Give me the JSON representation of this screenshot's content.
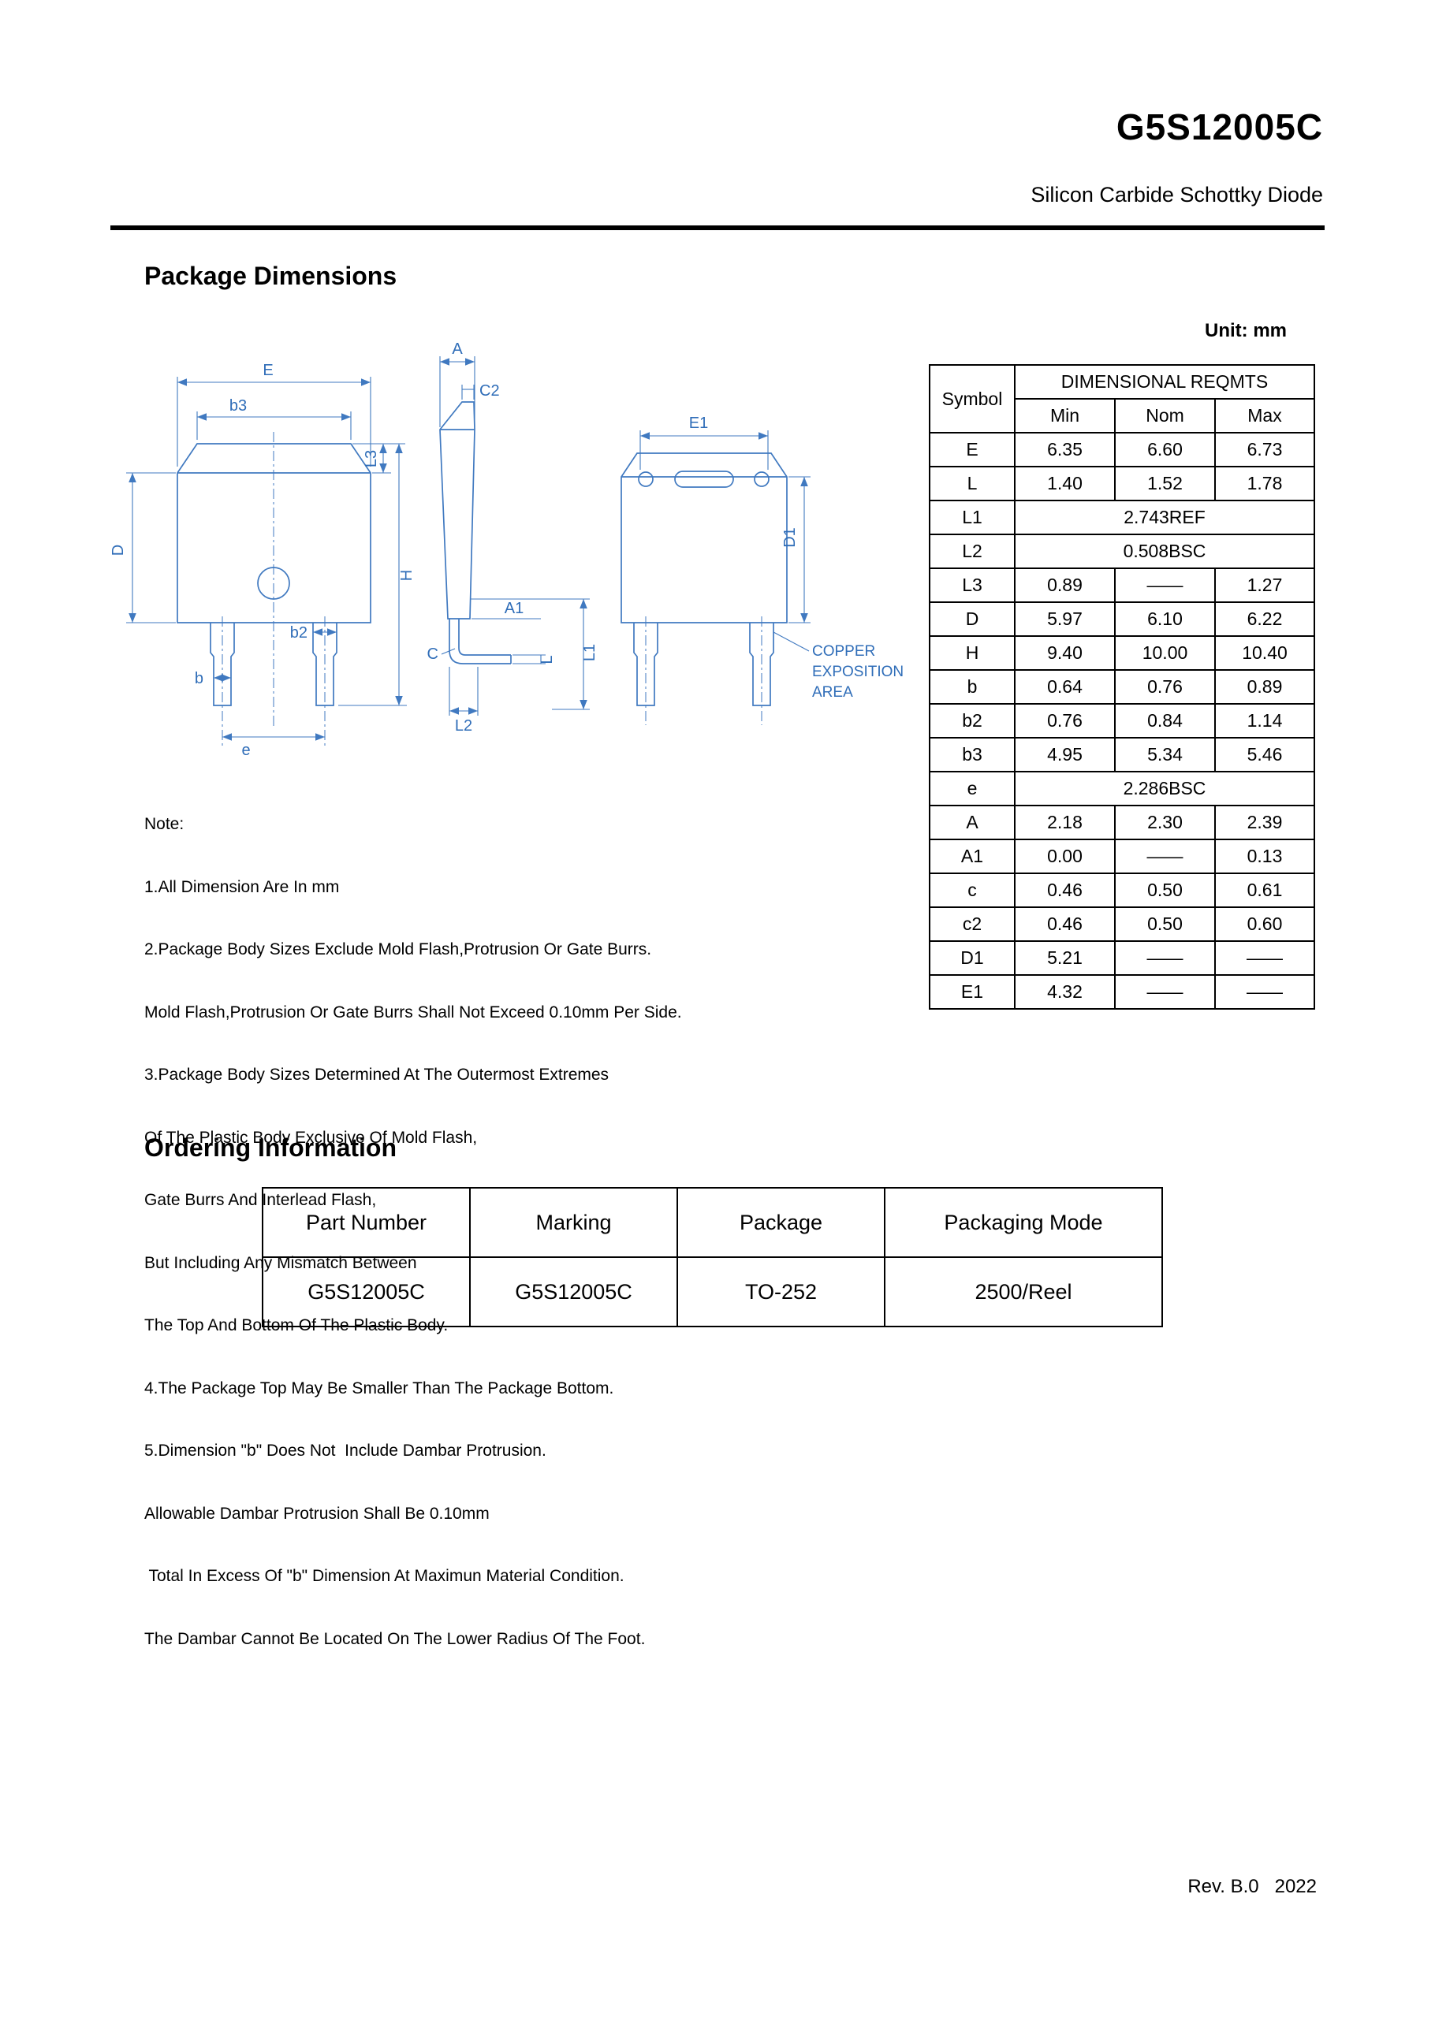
{
  "page": {
    "title": "G5S12005C",
    "subtitle": "Silicon Carbide Schottky Diode",
    "footer": "Rev. B.0   2022"
  },
  "colors": {
    "drawing_blue": "#4079c0",
    "text_black": "#000000"
  },
  "package_dimensions": {
    "heading": "Package Dimensions",
    "unit_label": "Unit: mm",
    "drawing_labels": {
      "E": "E",
      "b3": "b3",
      "L3": "L3",
      "D": "D",
      "H": "H",
      "b2": "b2",
      "b": "b",
      "e": "e",
      "A": "A",
      "C2": "C2",
      "C": "C",
      "A1": "A1",
      "L": "L",
      "L1": "L1",
      "L2": "L2",
      "E1": "E1",
      "D1": "D1",
      "copper": [
        "COPPER",
        "EXPOSITION",
        "AREA"
      ]
    },
    "table": {
      "symbol_header": "Symbol",
      "group_header": "DIMENSIONAL REQMTS",
      "col_headers": [
        "Min",
        "Nom",
        "Max"
      ],
      "rows": [
        {
          "symbol": "E",
          "min": "6.35",
          "nom": "6.60",
          "max": "6.73"
        },
        {
          "symbol": "L",
          "min": "1.40",
          "nom": "1.52",
          "max": "1.78"
        },
        {
          "symbol": "L1",
          "span": "2.743REF"
        },
        {
          "symbol": "L2",
          "span": "0.508BSC"
        },
        {
          "symbol": "L3",
          "min": "0.89",
          "nom": "——",
          "max": "1.27"
        },
        {
          "symbol": "D",
          "min": "5.97",
          "nom": "6.10",
          "max": "6.22"
        },
        {
          "symbol": "H",
          "min": "9.40",
          "nom": "10.00",
          "max": "10.40"
        },
        {
          "symbol": "b",
          "min": "0.64",
          "nom": "0.76",
          "max": "0.89"
        },
        {
          "symbol": "b2",
          "min": "0.76",
          "nom": "0.84",
          "max": "1.14"
        },
        {
          "symbol": "b3",
          "min": "4.95",
          "nom": "5.34",
          "max": "5.46"
        },
        {
          "symbol": "e",
          "span": "2.286BSC"
        },
        {
          "symbol": "A",
          "min": "2.18",
          "nom": "2.30",
          "max": "2.39"
        },
        {
          "symbol": "A1",
          "min": "0.00",
          "nom": "——",
          "max": "0.13"
        },
        {
          "symbol": "c",
          "min": "0.46",
          "nom": "0.50",
          "max": "0.61"
        },
        {
          "symbol": "c2",
          "min": "0.46",
          "nom": "0.50",
          "max": "0.60"
        },
        {
          "symbol": "D1",
          "min": "5.21",
          "nom": "——",
          "max": "——"
        },
        {
          "symbol": "E1",
          "min": "4.32",
          "nom": "——",
          "max": "——"
        }
      ]
    },
    "notes": [
      "Note:",
      "1.All Dimension Are In mm",
      "2.Package Body Sizes Exclude Mold Flash,Protrusion Or Gate Burrs.",
      "Mold Flash,Protrusion Or Gate Burrs Shall Not Exceed 0.10mm Per Side.",
      "3.Package Body Sizes Determined At The Outermost Extremes",
      "Of The Plastic Body Exclusive Of Mold Flash,",
      "Gate Burrs And Interlead Flash,",
      "But Including Any Mismatch Between",
      "The Top And Bottom Of The Plastic Body.",
      "4.The Package Top May Be Smaller Than The Package Bottom.",
      "5.Dimension \"b\" Does Not  Include Dambar Protrusion.",
      "Allowable Dambar Protrusion Shall Be 0.10mm",
      " Total In Excess Of \"b\" Dimension At Maximun Material Condition.",
      "The Dambar Cannot Be Located On The Lower Radius Of The Foot."
    ]
  },
  "ordering": {
    "heading": "Ordering Information",
    "headers": [
      "Part Number",
      "Marking",
      "Package",
      "Packaging Mode"
    ],
    "rows": [
      [
        "G5S12005C",
        "G5S12005C",
        "TO-252",
        "2500/Reel"
      ]
    ]
  }
}
